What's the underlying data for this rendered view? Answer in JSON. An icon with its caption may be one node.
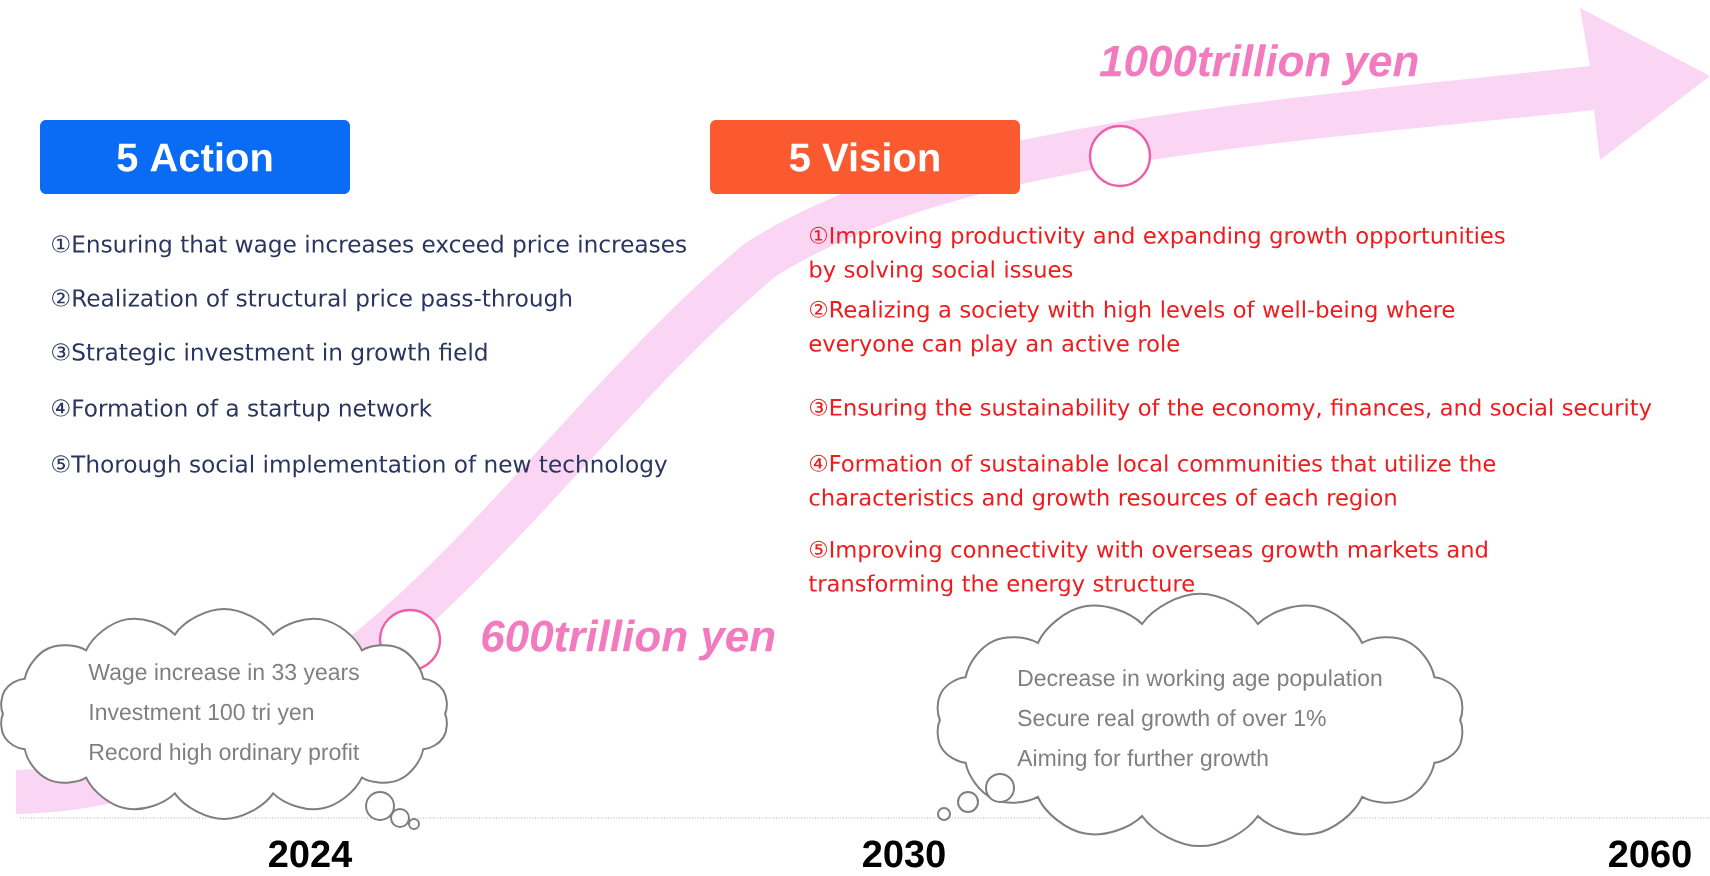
{
  "diagram": {
    "nodes": [
      {
        "text": [
          "5 Action"
        ]
      },
      {
        "text": [
          "5 Vision"
        ]
      },
      {
        "text": [],
        "shape": "circle",
        "beside": [
          "1000trillion yen"
        ]
      },
      {
        "text": [],
        "shape": "circle",
        "beside": [
          "600trillion yen"
        ]
      },
      {
        "text": [
          "Wage increase in 33 years",
          "Investment 100 tri yen",
          "Record high ordinary profit"
        ]
      },
      {
        "text": [
          "Decrease in working age population",
          "Secure real growth of over 1%",
          "Aiming for further growth"
        ]
      }
    ],
    "labels": [
      "①Ensuring that wage increases exceed price increases",
      "②Realization of structural price pass-through",
      "③Strategic investment in growth field",
      "④Formation of a startup network",
      "⑤Thorough social implementation of new technology",
      "①Improving productivity and expanding growth opportunities by solving social issues",
      "②Realizing a society with high levels of well-being where everyone can play an active role",
      "③Ensuring the sustainability of the economy, finances, and social security",
      "④Formation of sustainable local communities that utilize the characteristics and growth resources of each region",
      "⑤Improving connectivity with overseas growth markets and transforming the energy structure",
      "2024",
      "2030",
      "2060"
    ]
  }
}
